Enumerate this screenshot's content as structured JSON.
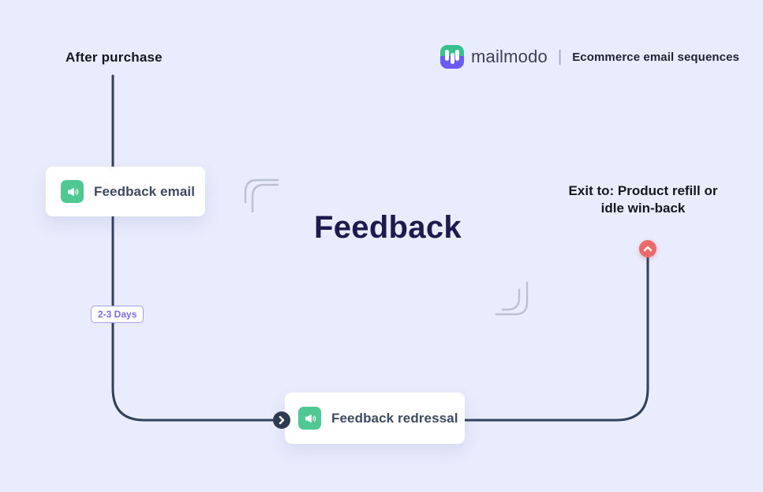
{
  "page": {
    "background": "#e8ecfc"
  },
  "header": {
    "brand_name": "mailmodo",
    "divider": "|",
    "subtitle": "Ecommerce email sequences",
    "logo": {
      "icon": "mailmodo-logo",
      "top_color": "#35c08d",
      "bottom_color": "#6a5bf5"
    }
  },
  "flow": {
    "entry_label": "After purchase",
    "title": "Feedback",
    "exit_label": {
      "line1": "Exit to: Product refill or",
      "line2": "idle win-back"
    },
    "delay_badge": "2-3 Days",
    "nodes": [
      {
        "label": "Feedback email",
        "icon": "announcement-icon"
      },
      {
        "label": "Feedback redressal",
        "icon": "announcement-icon"
      }
    ],
    "arrow_icon": "chevron-right-icon",
    "exit_icon": "chevron-up-icon",
    "colors": {
      "line": "#33405a",
      "decor": "#bac1d3",
      "node_icon_bg": "#4fc893",
      "arrow_node_bg": "#2e3a50",
      "exit_node_bg": "#ea6a6a",
      "badge_text": "#7b6cf0",
      "badge_border": "#ab9ff2",
      "title_color": "#1b1b4f"
    }
  }
}
